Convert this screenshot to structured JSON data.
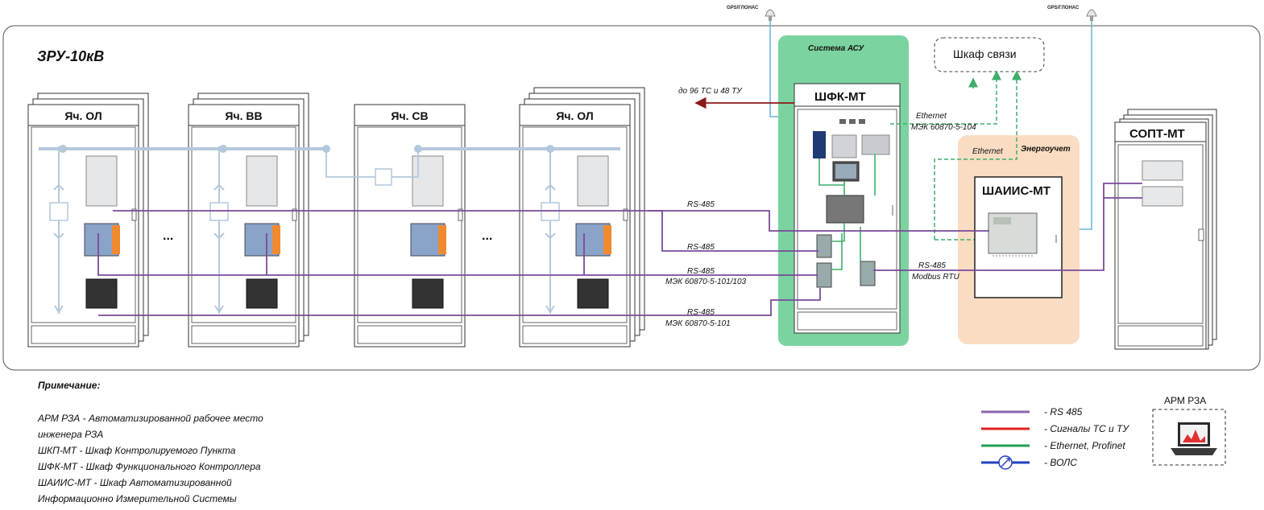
{
  "title": "ЗРУ-10кВ",
  "antennas": {
    "left_label": "GPS/ГЛОНАС",
    "right_label": "GPS/ГЛОНАС"
  },
  "cells": [
    {
      "label": "Яч. ОЛ"
    },
    {
      "label": "Яч. ВВ"
    },
    {
      "label": "Яч. СВ"
    },
    {
      "label": "Яч. ОЛ"
    }
  ],
  "ellipsis": "...",
  "asu": {
    "system_label": "Система АСУ",
    "cabinet_title": "ШФК-МТ"
  },
  "signals_note": "до 96 ТС и 48 ТУ",
  "comm_cabinet": "Шкаф связи",
  "energy": {
    "group_label": "Энергоучет",
    "ethernet_label": "Ethernet",
    "cabinet_title": "ШАИИС-МТ"
  },
  "sopt_title": "СОПТ-МТ",
  "link_labels": {
    "eth_top_1": "Ethernet",
    "eth_top_2": "МЭК 60870-5-104",
    "rs485_1": "RS-485",
    "rs485_2": "RS-485",
    "rs485_3a": "RS-485",
    "rs485_3b": "МЭК 60870-5-101/103",
    "rs485_4a": "RS-485",
    "rs485_4b": "МЭК 60870-5-101",
    "modbus_a": "RS-485",
    "modbus_b": "Modbus RTU"
  },
  "notes": {
    "heading": "Примечание:",
    "lines": [
      "АРМ РЗА - Автоматизированной рабочее место",
      "инженера РЗА",
      "ШКП-МТ - Шкаф Контролируемого Пункта",
      "ШФК-МТ - Шкаф Функционального Контроллера",
      "ШАИИС-МТ - Шкаф Автоматизированной",
      "Информационно Измерительной Системы"
    ]
  },
  "legend": [
    {
      "label": "-  RS 485",
      "color": "#8a63b0"
    },
    {
      "label": "-  Сигналы ТС и ТУ",
      "color": "#e02020"
    },
    {
      "label": "-  Ethernet, Profinet",
      "color": "#20a050"
    },
    {
      "label": "-  ВОЛС",
      "color": "#2040c0"
    }
  ],
  "arm_label": "АРМ РЗА",
  "colors": {
    "rs485": "#7a4a9a",
    "signals": "#8b1a1a",
    "ethernet": "#3fae6a",
    "fiber": "#6ab4d8",
    "bus": "#b4c8dc",
    "asu_bg": "#7bd3a0",
    "energy_bg": "#f9dcc2"
  }
}
